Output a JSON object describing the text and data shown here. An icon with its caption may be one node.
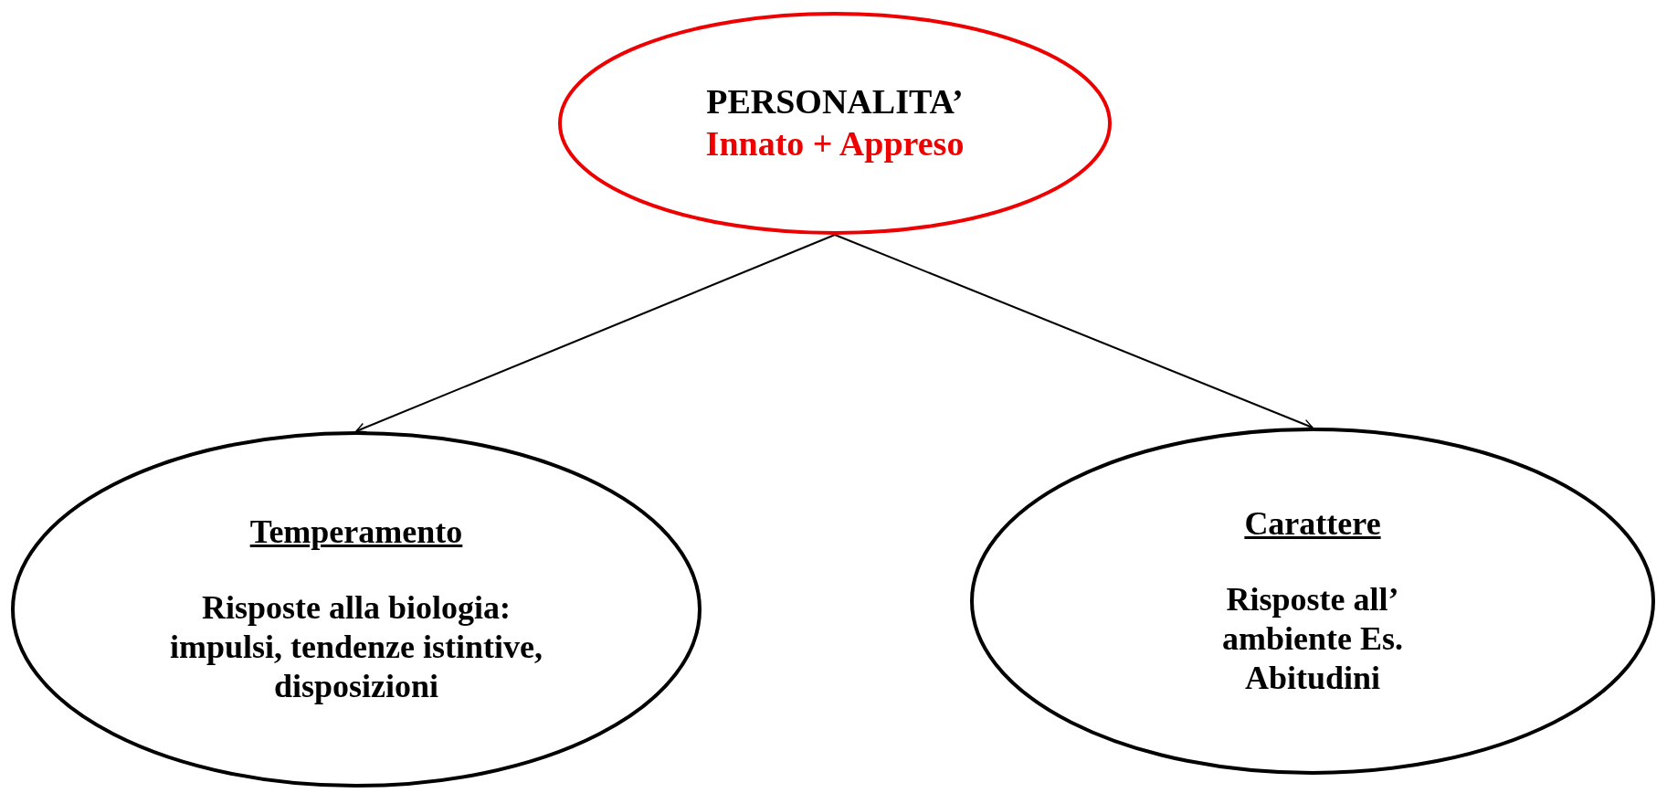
{
  "diagram": {
    "nodes": [
      {
        "text": [
          "PERSONALITA’",
          "Innato + Appreso"
        ]
      },
      {
        "text": [
          "Temperamento",
          "Risposte alla biologia: impulsi, tendenze istintive, disposizioni"
        ]
      },
      {
        "text": [
          "Carattere",
          "Risposte all’ ambiente Es. Abitudini"
        ]
      }
    ],
    "edges": [
      {
        "from": 0,
        "to": 1,
        "arrow": "to"
      },
      {
        "from": 0,
        "to": 2,
        "arrow": "to"
      }
    ]
  }
}
